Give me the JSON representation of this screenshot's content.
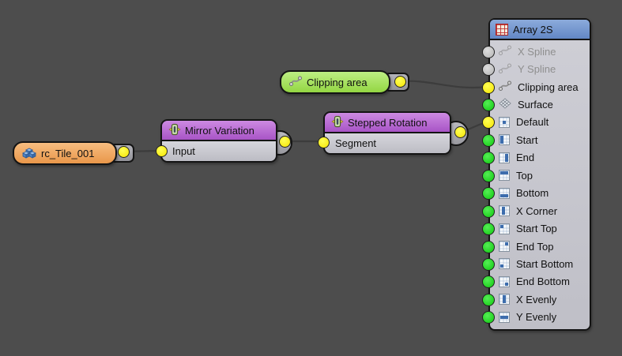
{
  "canvas": {
    "background_color": "#4d4d4d",
    "wire_color": "#3c3c3c"
  },
  "nodes": {
    "tile": {
      "label": "rc_Tile_001",
      "icon": "cubes-icon",
      "fill_color": "#eda55c"
    },
    "mirror": {
      "title": "Mirror Variation",
      "icon": "operator-icon",
      "header_color": "#b464d2",
      "inputs": [
        "Input"
      ]
    },
    "stepped": {
      "title": "Stepped Rotation",
      "icon": "operator-icon",
      "header_color": "#b464d2",
      "inputs": [
        "Segment"
      ]
    },
    "clipping": {
      "label": "Clipping area",
      "icon": "spline-icon",
      "fill_color": "#a6e05c"
    },
    "array": {
      "title": "Array 2S",
      "icon": "array-grid-icon",
      "header_color": "#7597cb",
      "ports": [
        {
          "label": "X Spline",
          "dot": "gray",
          "icon": "spline-icon",
          "disabled": true
        },
        {
          "label": "Y Spline",
          "dot": "gray",
          "icon": "spline-icon",
          "disabled": true
        },
        {
          "label": "Clipping area",
          "dot": "yellow",
          "icon": "spline-icon",
          "disabled": false
        },
        {
          "label": "Surface",
          "dot": "green",
          "icon": "surface-icon",
          "disabled": false
        },
        {
          "label": "Default",
          "dot": "yellow",
          "icon": "grid-center",
          "disabled": false
        },
        {
          "label": "Start",
          "dot": "green",
          "icon": "grid-left",
          "disabled": false
        },
        {
          "label": "End",
          "dot": "green",
          "icon": "grid-right",
          "disabled": false
        },
        {
          "label": "Top",
          "dot": "green",
          "icon": "grid-top",
          "disabled": false
        },
        {
          "label": "Bottom",
          "dot": "green",
          "icon": "grid-bottom",
          "disabled": false
        },
        {
          "label": "X Corner",
          "dot": "green",
          "icon": "grid-xcol",
          "disabled": false
        },
        {
          "label": "Start Top",
          "dot": "green",
          "icon": "grid-tl",
          "disabled": false
        },
        {
          "label": "End Top",
          "dot": "green",
          "icon": "grid-tr",
          "disabled": false
        },
        {
          "label": "Start Bottom",
          "dot": "green",
          "icon": "grid-bl",
          "disabled": false
        },
        {
          "label": "End Bottom",
          "dot": "green",
          "icon": "grid-br",
          "disabled": false
        },
        {
          "label": "X Evenly",
          "dot": "green",
          "icon": "grid-vcenter",
          "disabled": false
        },
        {
          "label": "Y Evenly",
          "dot": "green",
          "icon": "grid-hcenter",
          "disabled": false
        }
      ]
    }
  },
  "connections": [
    {
      "from": "rc_Tile_001",
      "to": "Mirror Variation.Input"
    },
    {
      "from": "Mirror Variation",
      "to": "Stepped Rotation.Segment"
    },
    {
      "from": "Stepped Rotation",
      "to": "Array 2S.Default"
    },
    {
      "from": "Clipping area",
      "to": "Array 2S.Clipping area"
    }
  ]
}
